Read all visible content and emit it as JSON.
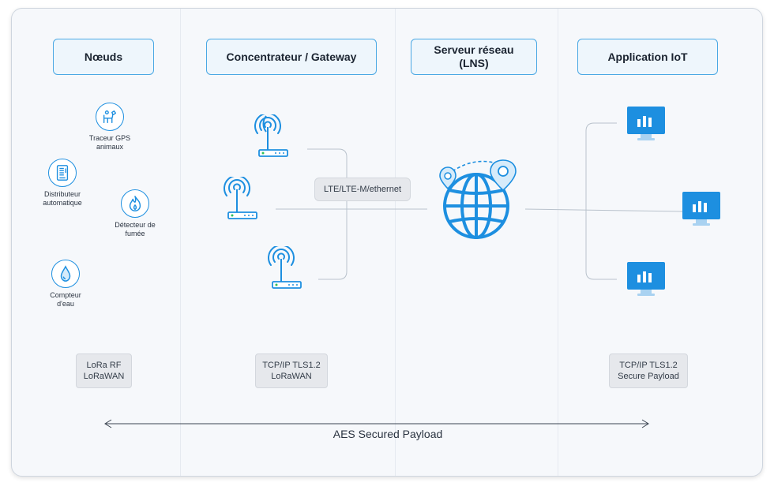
{
  "headers": {
    "nodes": "Nœuds",
    "gateway": "Concentrateur / Gateway",
    "lns": "Serveur réseau\n(LNS)",
    "app": "Application IoT"
  },
  "nodes": {
    "gps": "Traceur GPS\nanimaux",
    "distributor": "Distributeur\nautomatique",
    "smoke": "Détecteur de\nfumée",
    "water": "Compteur\nd'eau"
  },
  "link_label": "LTE/LTE-M/ethernet",
  "protocols": {
    "nodes": "LoRa RF\nLoRaWAN",
    "gateway": "TCP/IP TLS1.2\nLoRaWAN",
    "app": "TCP/IP TLS1.2\nSecure Payload"
  },
  "footer": "AES Secured Payload",
  "colors": {
    "accent": "#1d8fe0",
    "header_border": "#4aa8e4",
    "header_bg": "#eef6fc",
    "card_bg": "#f6f8fb",
    "proto_bg": "#e6e8ec",
    "line": "#b9c2cc"
  },
  "icons": {
    "gps": "dog-icon",
    "distributor": "vending-machine-icon",
    "smoke": "flame-icon",
    "water": "water-drop-icon",
    "gateway": "antenna-router-icon",
    "lns": "globe-icon",
    "app": "monitor-chart-icon"
  }
}
